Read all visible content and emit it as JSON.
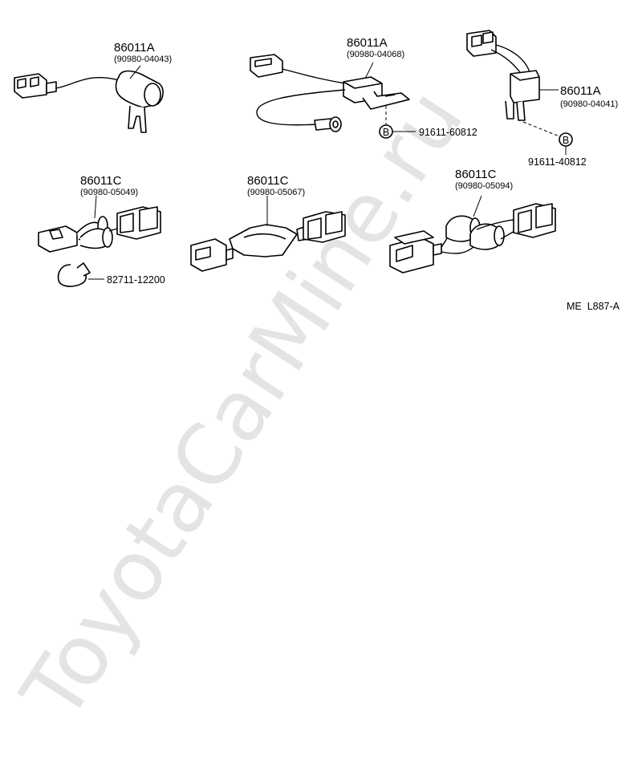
{
  "watermark": "ToyotaCarMine.ru",
  "diagram_code": "ME  L887-A",
  "assemblies": [
    {
      "part_no": "86011A",
      "ref_no": "(90980-04043)"
    },
    {
      "part_no": "86011A",
      "ref_no": "(90980-04068)"
    },
    {
      "part_no": "86011A",
      "ref_no": "(90980-04041)"
    },
    {
      "part_no": "86011C",
      "ref_no": "(90980-05049)"
    },
    {
      "part_no": "86011C",
      "ref_no": "(90980-05067)"
    },
    {
      "part_no": "86011C",
      "ref_no": "(90980-05094)"
    }
  ],
  "bolts": [
    {
      "marker": "B",
      "part_no": "91611-60812"
    },
    {
      "marker": "B",
      "part_no": "91611-40812"
    }
  ],
  "clamp": {
    "part_no": "82711-12200"
  },
  "colors": {
    "line": "#000000",
    "watermark": "#e4e4e4",
    "background": "#ffffff"
  }
}
